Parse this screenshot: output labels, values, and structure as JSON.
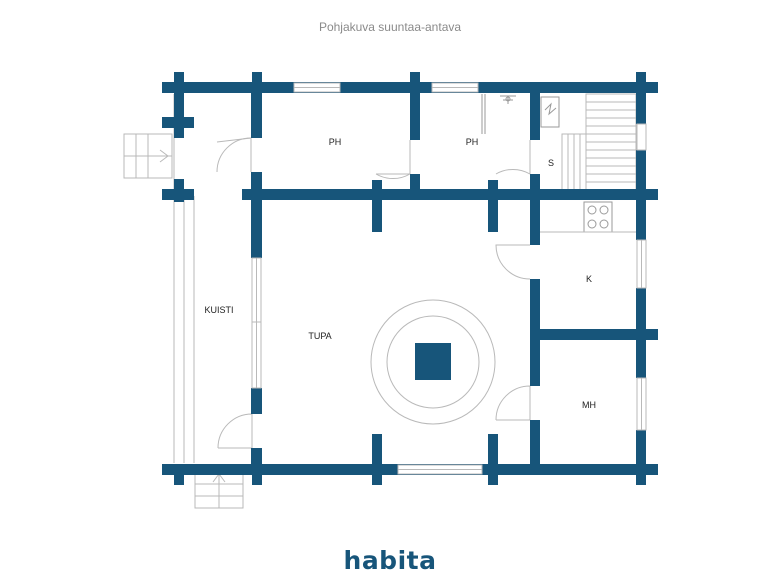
{
  "header": {
    "caption": "Pohjakuva suuntaa-antava"
  },
  "rooms": {
    "ph_left": "PH",
    "ph_right": "PH",
    "sauna": "S",
    "kitchen": "K",
    "bedroom": "MH",
    "living": "TUPA",
    "porch": "KUISTI"
  },
  "brand": {
    "logo_text": "habita",
    "color": "#17557a"
  },
  "icons": [
    "stove-icon",
    "fireplace-icon",
    "door-swing-icon",
    "sauna-bench-icon",
    "stairs-icon"
  ]
}
